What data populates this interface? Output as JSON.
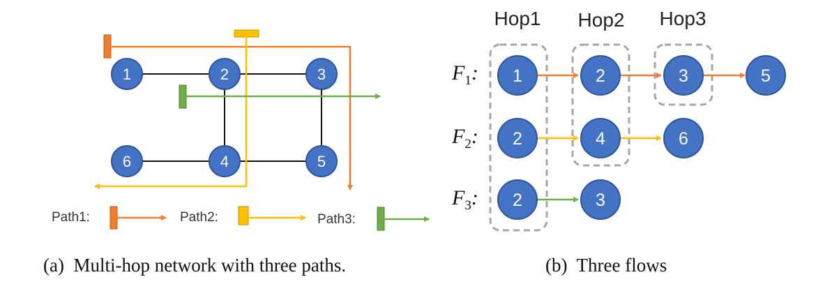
{
  "colors": {
    "node": "#4472C4",
    "node_border": "#2F5597",
    "path1": "#ED7D31",
    "path2": "#FFC000",
    "path3": "#70AD47",
    "link": "#111111",
    "hop_box": "#A6A6A6"
  },
  "network": {
    "nodes": [
      "1",
      "2",
      "3",
      "6",
      "4",
      "5"
    ]
  },
  "legend": {
    "path1": "Path1:",
    "path2": "Path2:",
    "path3": "Path3:"
  },
  "flows": {
    "hops": [
      "Hop1",
      "Hop2",
      "Hop3"
    ],
    "f1": {
      "letter": "F",
      "sub": "1",
      "colon": ":",
      "nodes": [
        "1",
        "2",
        "3",
        "5"
      ]
    },
    "f2": {
      "letter": "F",
      "sub": "2",
      "colon": ":",
      "nodes": [
        "2",
        "4",
        "6"
      ]
    },
    "f3": {
      "letter": "F",
      "sub": "3",
      "colon": ":",
      "nodes": [
        "2",
        "3"
      ]
    }
  },
  "captions": {
    "a": "(a)  Multi-hop network with three paths.",
    "b": "(b)  Three flows"
  }
}
